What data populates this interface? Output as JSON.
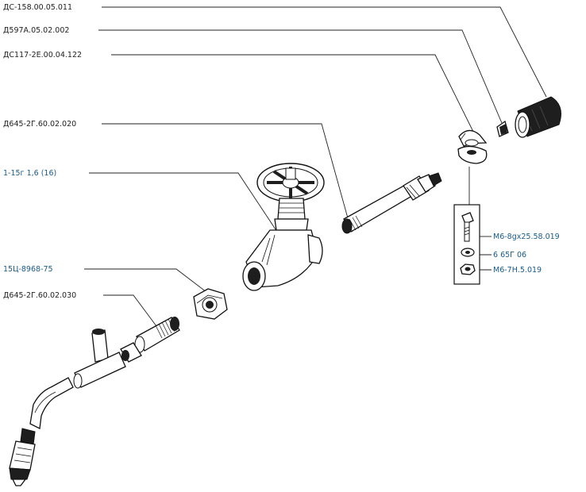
{
  "labels": {
    "part_1": "ДС-158.00.05.011",
    "part_2": "Д597А.05.02.002",
    "part_3": "ДС117-2Е.00.04.122",
    "part_4": "Д645-2Г.60.02.020",
    "part_5": "1-15г 1,6 (16)",
    "part_6": "15Ц-8968-75",
    "part_7": "Д645-2Г.60.02.030",
    "fastener_bolt": "М6-8gх25.58.019",
    "fastener_washer": "6 65Г 06",
    "fastener_nut": "М6-7Н.5.019"
  },
  "colors": {
    "text": "#222222",
    "link": "#1a5b86",
    "line": "#111111"
  }
}
